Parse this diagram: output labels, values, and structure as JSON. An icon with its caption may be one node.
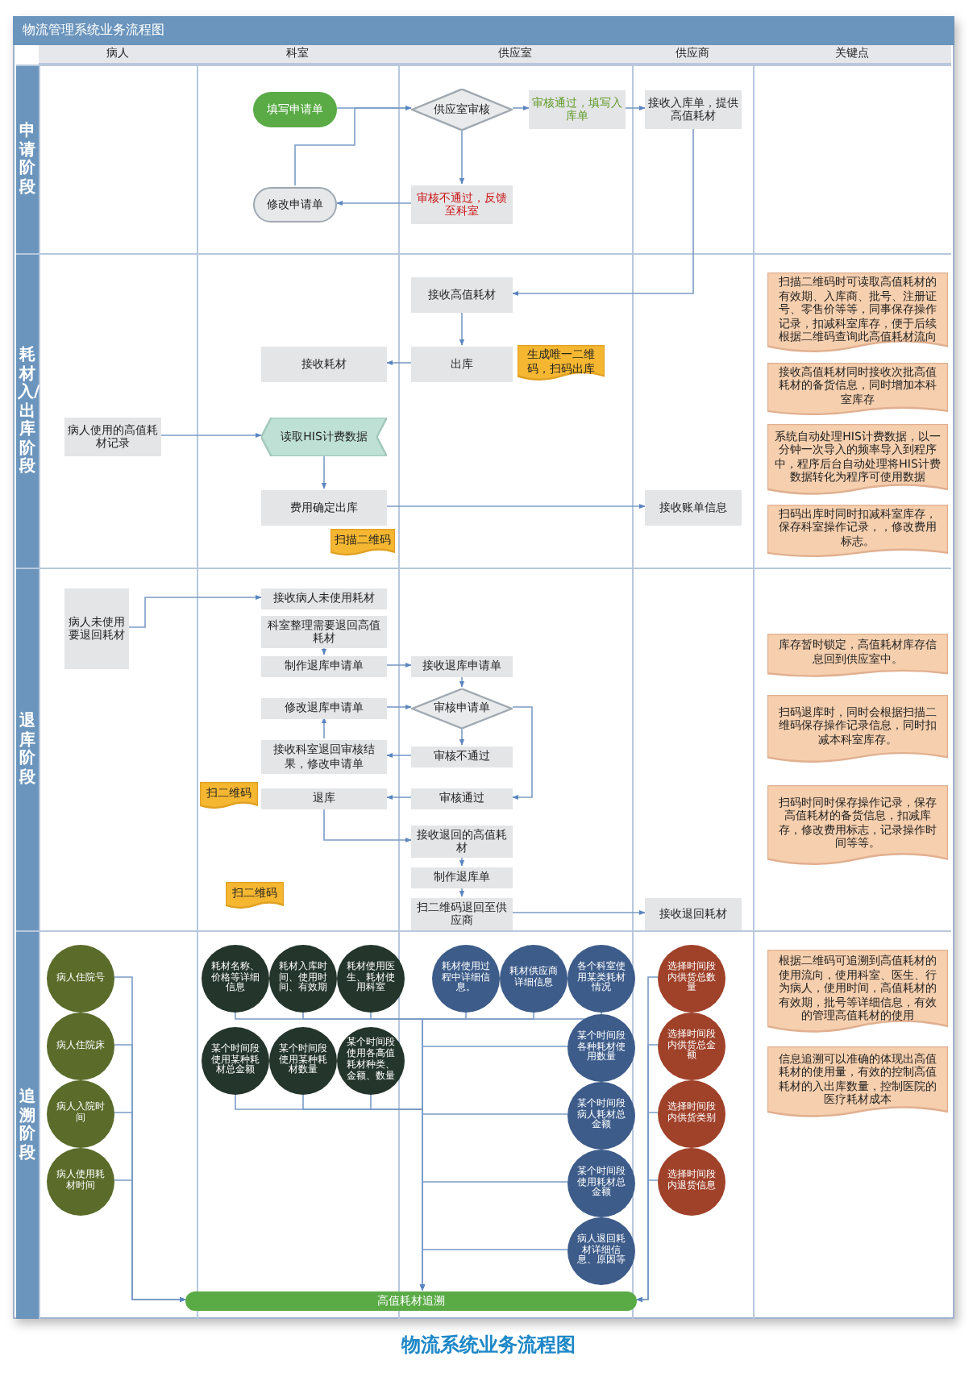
{
  "diagram": {
    "title": "物流管理系统业务流程图",
    "caption": "物流系统业务流程图",
    "nodes": [
      {
        "text": [
          "病人"
        ]
      },
      {
        "text": [
          "科室"
        ]
      },
      {
        "text": [
          "供应室"
        ]
      },
      {
        "text": [
          "供应商"
        ]
      },
      {
        "text": [
          "关键点"
        ]
      },
      {
        "text": [
          "申请阶段"
        ]
      },
      {
        "text": [
          "填写申请单"
        ],
        "in": 5
      },
      {
        "text": [
          "供应室审核"
        ],
        "in": 5
      },
      {
        "text": [
          "审核通过，填写入库单"
        ],
        "in": 5
      },
      {
        "text": [
          "接收入库单，提供高值耗材"
        ],
        "in": 5
      },
      {
        "text": [
          "审核不通过，反馈至科室"
        ],
        "in": 5
      },
      {
        "text": [
          "修改申请单"
        ],
        "in": 5
      },
      {
        "text": [
          "耗材入/出库阶段"
        ]
      },
      {
        "text": [
          "接收高值耗材"
        ],
        "in": 12
      },
      {
        "text": [
          "出库"
        ],
        "in": 12
      },
      {
        "text": [
          "生成唯一二维码，扫码出库"
        ],
        "in": 12
      },
      {
        "text": [
          "接收耗材"
        ],
        "in": 12
      },
      {
        "text": [
          "病人使用的高值耗材记录"
        ],
        "in": 12
      },
      {
        "text": [
          "读取HIS计费数据"
        ],
        "in": 12
      },
      {
        "text": [
          "费用确定出库"
        ],
        "in": 12
      },
      {
        "text": [
          "扫描二维码"
        ],
        "in": 12
      },
      {
        "text": [
          "接收账单信息"
        ],
        "in": 12
      },
      {
        "text": [
          "扫描二维码时可读取高值耗材的有效期、入库商、批号、注册证号、零售价等等，同事保存操作记录，扣减科室库存，便于后续根据二维码查询此高值耗材流向"
        ],
        "in": 12
      },
      {
        "text": [
          "接收高值耗材同时接收次批高值耗材的备货信息，同时增加本科室库存"
        ],
        "in": 12
      },
      {
        "text": [
          "系统自动处理HIS计费数据，以一分钟一次导入的频率导入到程序中，程序后台自动处理将HIS计费数据转化为程序可使用数据"
        ],
        "in": 12
      },
      {
        "text": [
          "扫码出库时同时扣减科室库存，保存科室操作记录，，修改费用标志。"
        ],
        "in": 12
      },
      {
        "text": [
          "退库阶段"
        ]
      },
      {
        "text": [
          "病人未使用要退回耗材"
        ],
        "in": 26
      },
      {
        "text": [
          "接收病人未使用耗材"
        ],
        "in": 26
      },
      {
        "text": [
          "科室整理需要退回高值耗材"
        ],
        "in": 26
      },
      {
        "text": [
          "制作退库申请单"
        ],
        "in": 26
      },
      {
        "text": [
          "接收退库申请单"
        ],
        "in": 26
      },
      {
        "text": [
          "审核申请单"
        ],
        "in": 26
      },
      {
        "text": [
          "修改退库申请单"
        ],
        "in": 26
      },
      {
        "text": [
          "接收科室退回审核结果，修改申请单"
        ],
        "in": 26
      },
      {
        "text": [
          "审核不通过"
        ],
        "in": 26
      },
      {
        "text": [
          "审核通过"
        ],
        "in": 26
      },
      {
        "text": [
          "扫二维码"
        ],
        "in": 26
      },
      {
        "text": [
          "退库"
        ],
        "in": 26
      },
      {
        "text": [
          "接收退回的高值耗材"
        ],
        "in": 26
      },
      {
        "text": [
          "制作退库单"
        ],
        "in": 26
      },
      {
        "text": [
          "扫二维码退回至供应商"
        ],
        "in": 26
      },
      {
        "text": [
          "接收退回耗材"
        ],
        "in": 26
      },
      {
        "text": [
          "扫二维码"
        ],
        "in": 26
      },
      {
        "text": [
          "库存暂时锁定，高值耗材库存信息回到供应室中。"
        ],
        "in": 26
      },
      {
        "text": [
          "扫码退库时，同时会根据扫描二维码保存操作记录信息，同时扣减本科室库存。"
        ],
        "in": 26
      },
      {
        "text": [
          "扫码时同时保存操作记录，保存高值耗材的备货信息，扣减库存，修改费用标志，记录操作时间等等。"
        ],
        "in": 26
      },
      {
        "text": [
          "追溯阶段"
        ]
      },
      {
        "text": [
          "病人住院号"
        ],
        "in": 47
      },
      {
        "text": [
          "病人住院床"
        ],
        "in": 47
      },
      {
        "text": [
          "病人入院时间"
        ],
        "in": 47
      },
      {
        "text": [
          "病人使用耗材时间"
        ],
        "in": 47
      },
      {
        "text": [
          "耗材名称、价格等详细信息"
        ],
        "in": 47
      },
      {
        "text": [
          "耗材入库时间、使用时间、有效期"
        ],
        "in": 47
      },
      {
        "text": [
          "耗材使用医生、耗材使用科室"
        ],
        "in": 47
      },
      {
        "text": [
          "某个时间段使用某种耗材总金额"
        ],
        "in": 47
      },
      {
        "text": [
          "某个时间段使用某种耗材数量"
        ],
        "in": 47
      },
      {
        "text": [
          "某个时间段使用各高值耗材种类、金额、数量"
        ],
        "in": 47
      },
      {
        "text": [
          "耗材使用过程中详细信息。"
        ],
        "in": 47
      },
      {
        "text": [
          "耗材供应商详细信息"
        ],
        "in": 47
      },
      {
        "text": [
          "各个科室使用某类耗材情况"
        ],
        "in": 47
      },
      {
        "text": [
          "某个时间段各种耗材使用数量"
        ],
        "in": 47
      },
      {
        "text": [
          "某个时间段病人耗材总金额"
        ],
        "in": 47
      },
      {
        "text": [
          "某个时间段使用耗材总金额"
        ],
        "in": 47
      },
      {
        "text": [
          "病人退回耗材详细信息、原因等"
        ],
        "in": 47
      },
      {
        "text": [
          "选择时间段内供货总数量"
        ],
        "in": 47
      },
      {
        "text": [
          "选择时间段内供货总金额"
        ],
        "in": 47
      },
      {
        "text": [
          "选择时间段内供货类别"
        ],
        "in": 47
      },
      {
        "text": [
          "选择时间段内退货信息"
        ],
        "in": 47
      },
      {
        "text": [
          "高值耗材追溯"
        ],
        "in": 47
      },
      {
        "text": [
          "根据二维码可追溯到高值耗材的使用流向，使用科室、医生、行为病人，使用时间，高值耗材的有效期，批号等详细信息，有效的管理高值耗材的使用"
        ],
        "in": 47
      },
      {
        "text": [
          "信息追溯可以准确的体现出高值耗材的使用量，有效的控制高值耗材的入出库数量，控制医院的医疗耗材成本"
        ],
        "in": 47
      }
    ],
    "edges": [
      {
        "from": 6,
        "to": 7,
        "arrow": "to"
      },
      {
        "from": 7,
        "to": 8,
        "arrow": "to"
      },
      {
        "from": 8,
        "to": 9,
        "arrow": "to"
      },
      {
        "from": 7,
        "to": 10,
        "arrow": "to"
      },
      {
        "from": 10,
        "to": 11,
        "arrow": "to"
      },
      {
        "from": 11,
        "to": 7,
        "arrow": "to"
      },
      {
        "from": 9,
        "to": 13,
        "arrow": "to"
      },
      {
        "from": 13,
        "to": 14,
        "arrow": "to"
      },
      {
        "from": 14,
        "to": 16,
        "arrow": "to"
      },
      {
        "from": 17,
        "to": 18,
        "arrow": "to"
      },
      {
        "from": 18,
        "to": 19,
        "arrow": "to"
      },
      {
        "from": 19,
        "to": 21,
        "arrow": "to"
      },
      {
        "from": 27,
        "to": 28,
        "arrow": "to"
      },
      {
        "from": 29,
        "to": 30,
        "arrow": "to"
      },
      {
        "from": 30,
        "to": 31,
        "arrow": "to"
      },
      {
        "from": 31,
        "to": 32,
        "arrow": "to"
      },
      {
        "from": 33,
        "to": 32,
        "arrow": "to"
      },
      {
        "from": 32,
        "to": 35,
        "arrow": "to"
      },
      {
        "from": 32,
        "to": 36,
        "arrow": "to"
      },
      {
        "from": 35,
        "to": 34,
        "arrow": "to"
      },
      {
        "from": 34,
        "to": 33,
        "arrow": "to"
      },
      {
        "from": 36,
        "to": 38,
        "arrow": "to"
      },
      {
        "from": 38,
        "to": 39,
        "arrow": "to"
      },
      {
        "from": 39,
        "to": 40,
        "arrow": "to"
      },
      {
        "from": 40,
        "to": 41,
        "arrow": "to"
      },
      {
        "from": 41,
        "to": 42,
        "arrow": "to"
      },
      {
        "from": 48,
        "to": 69,
        "arrow": "to"
      },
      {
        "from": 49,
        "to": 69,
        "arrow": "to"
      },
      {
        "from": 50,
        "to": 69,
        "arrow": "to"
      },
      {
        "from": 51,
        "to": 69,
        "arrow": "to"
      },
      {
        "from": 52,
        "to": 69,
        "arrow": "to"
      },
      {
        "from": 53,
        "to": 69,
        "arrow": "to"
      },
      {
        "from": 54,
        "to": 69,
        "arrow": "to"
      },
      {
        "from": 55,
        "to": 69,
        "arrow": "to"
      },
      {
        "from": 56,
        "to": 69,
        "arrow": "to"
      },
      {
        "from": 57,
        "to": 69,
        "arrow": "to"
      },
      {
        "from": 58,
        "to": 69,
        "arrow": "to"
      },
      {
        "from": 59,
        "to": 69,
        "arrow": "to"
      },
      {
        "from": 60,
        "to": 69,
        "arrow": "to"
      },
      {
        "from": 61,
        "to": 69,
        "arrow": "to"
      },
      {
        "from": 62,
        "to": 69,
        "arrow": "to"
      },
      {
        "from": 63,
        "to": 69,
        "arrow": "to"
      },
      {
        "from": 64,
        "to": 69,
        "arrow": "to"
      },
      {
        "from": 65,
        "to": 69,
        "arrow": "to"
      },
      {
        "from": 66,
        "to": 69,
        "arrow": "to"
      },
      {
        "from": 67,
        "to": 69,
        "arrow": "to"
      },
      {
        "from": 68,
        "to": 69,
        "arrow": "to"
      }
    ]
  }
}
